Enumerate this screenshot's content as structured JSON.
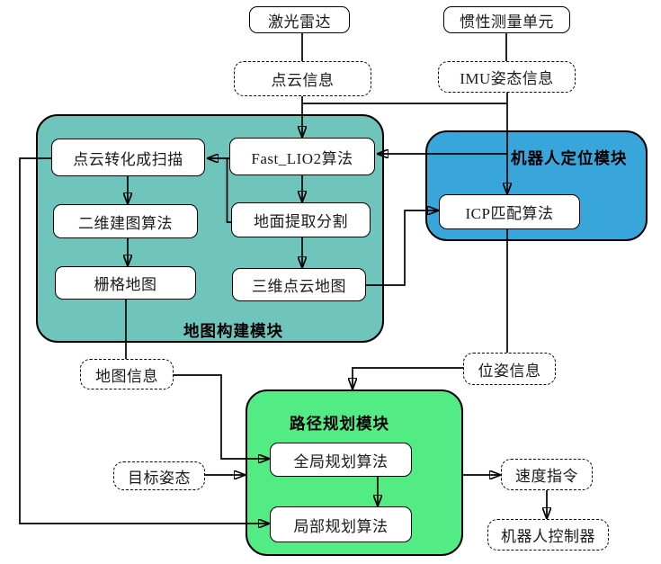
{
  "figure": {
    "background": "#ffffff",
    "line_color": "#000000",
    "modules": {
      "mapping": {
        "label": "地图构建模块",
        "color": "#6FC4BB"
      },
      "localization": {
        "label": "机器人定位模块",
        "color": "#38A6DB"
      },
      "planning": {
        "label": "路径规划模块",
        "color": "#53EC84"
      }
    },
    "nodes": {
      "lidar": {
        "label": "激光雷达",
        "type": "solid"
      },
      "imu_unit": {
        "label": "惯性测量单元",
        "type": "solid"
      },
      "pointcloud_info": {
        "label": "点云信息",
        "type": "dashed"
      },
      "imu_pose_info": {
        "label": "IMU姿态信息",
        "type": "dashed"
      },
      "scan_conversion": {
        "label": "点云转化成扫描",
        "type": "solid"
      },
      "fast_lio2": {
        "label": "Fast_LIO2算法",
        "type": "solid"
      },
      "mapping_2d": {
        "label": "二维建图算法",
        "type": "solid"
      },
      "ground_segmentation": {
        "label": "地面提取分割",
        "type": "solid"
      },
      "grid_map": {
        "label": "栅格地图",
        "type": "solid"
      },
      "pointcloud_map_3d": {
        "label": "三维点云地图",
        "type": "solid"
      },
      "icp_matching": {
        "label": "ICP匹配算法",
        "type": "solid"
      },
      "map_info": {
        "label": "地图信息",
        "type": "dashed"
      },
      "pose_info": {
        "label": "位姿信息",
        "type": "dashed"
      },
      "goal_pose": {
        "label": "目标姿态",
        "type": "dashed"
      },
      "global_planner": {
        "label": "全局规划算法",
        "type": "solid"
      },
      "local_planner": {
        "label": "局部规划算法",
        "type": "solid"
      },
      "velocity_command": {
        "label": "速度指令",
        "type": "dashed"
      },
      "robot_controller": {
        "label": "机器人控制器",
        "type": "dashed"
      }
    },
    "edges": [
      {
        "from": "lidar",
        "to": "pointcloud_info",
        "arrow": false
      },
      {
        "from": "imu_unit",
        "to": "imu_pose_info",
        "arrow": false
      },
      {
        "from": "pointcloud_info",
        "to": "fast_lio2",
        "arrow": true
      },
      {
        "from": "pointcloud_info",
        "to": "icp_matching",
        "arrow": true
      },
      {
        "from": "imu_pose_info",
        "to": "fast_lio2",
        "arrow": true
      },
      {
        "from": "imu_pose_info",
        "to": "icp_matching",
        "arrow": true
      },
      {
        "from": "fast_lio2",
        "to": "scan_conversion",
        "arrow": true
      },
      {
        "from": "ground_segmentation",
        "to": "scan_conversion",
        "arrow": true
      },
      {
        "from": "fast_lio2",
        "to": "ground_segmentation",
        "arrow": true
      },
      {
        "from": "ground_segmentation",
        "to": "pointcloud_map_3d",
        "arrow": true
      },
      {
        "from": "scan_conversion",
        "to": "mapping_2d",
        "arrow": true
      },
      {
        "from": "mapping_2d",
        "to": "grid_map",
        "arrow": true
      },
      {
        "from": "grid_map",
        "to": "map_info",
        "arrow": false
      },
      {
        "from": "pointcloud_map_3d",
        "to": "icp_matching",
        "arrow": true
      },
      {
        "from": "icp_matching",
        "to": "pose_info",
        "arrow": false
      },
      {
        "from": "pose_info",
        "to": "planning_module",
        "arrow": true
      },
      {
        "from": "map_info",
        "to": "global_planner",
        "arrow": true
      },
      {
        "from": "goal_pose",
        "to": "planning_module",
        "arrow": true
      },
      {
        "from": "global_planner",
        "to": "local_planner",
        "arrow": true
      },
      {
        "from": "scan_conversion",
        "to": "local_planner",
        "arrow": true
      },
      {
        "from": "planning_module",
        "to": "velocity_command",
        "arrow": true
      },
      {
        "from": "velocity_command",
        "to": "robot_controller",
        "arrow": true
      }
    ]
  }
}
